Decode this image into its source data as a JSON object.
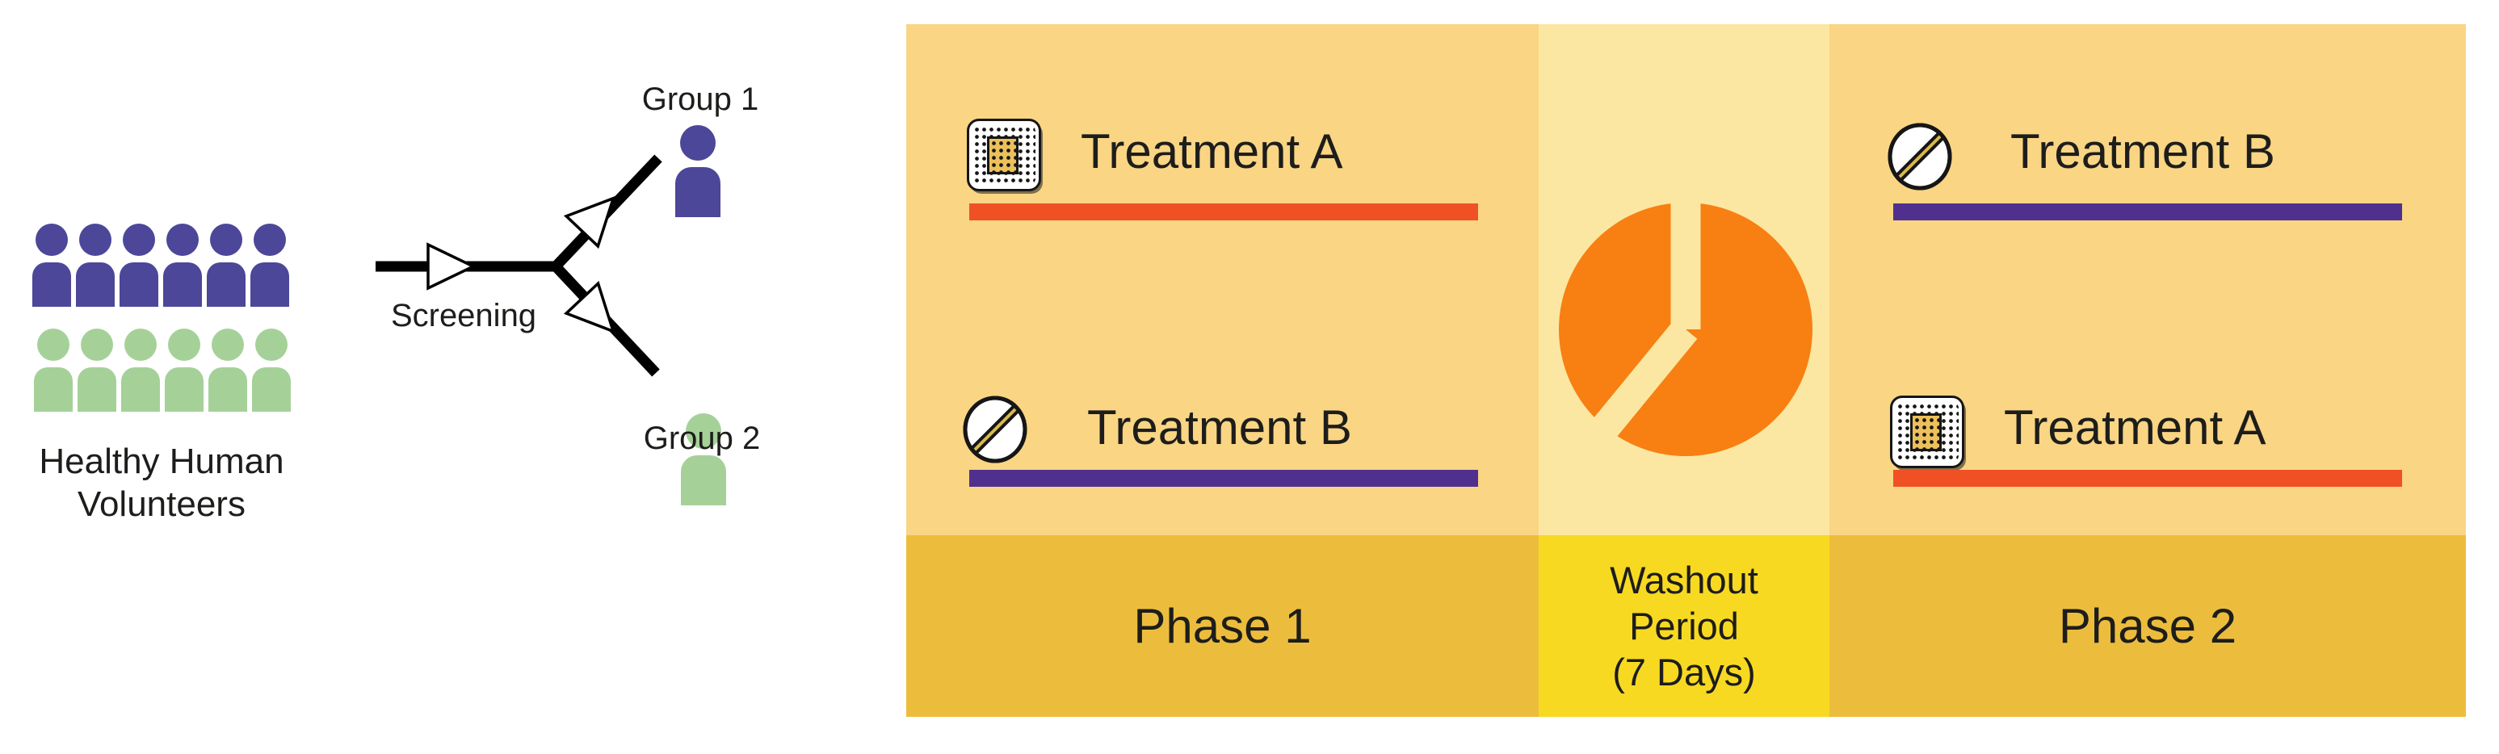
{
  "colors": {
    "panel_tan": "#F9D584",
    "washout_light": "#FBE7A1",
    "band_gold": "#ECBD3D",
    "band_yellow": "#F8D922",
    "treatment_a_bar": "#F05124",
    "treatment_b_bar": "#50308F",
    "group1_person": "#4C4799",
    "group2_person": "#A5D199",
    "pie_orange": "#F87F12",
    "text_dark": "#1D1D1B",
    "icon_outline": "#161616",
    "pill_score_line": "#D8B84E",
    "arrow_fill": "#FFFFFF",
    "line_black": "#000000"
  },
  "volunteers": {
    "caption": "Healthy Human\nVolunteers",
    "rows": [
      {
        "color_key": "group1_person",
        "count": 6
      },
      {
        "color_key": "group2_person",
        "count": 6
      }
    ]
  },
  "screening": {
    "label": "Screening"
  },
  "groups": [
    {
      "label": "Group 1"
    },
    {
      "label": "Group 2"
    }
  ],
  "phases": {
    "phase1": {
      "label": "Phase 1",
      "rows": [
        {
          "icon": "patch-icon",
          "label": "Treatment A",
          "bar_key": "treatment_a_bar"
        },
        {
          "icon": "pill-icon",
          "label": "Treatment B",
          "bar_key": "treatment_b_bar"
        }
      ]
    },
    "washout": {
      "label": "Washout\nPeriod\n(7 Days)",
      "icon": "washout-clock-icon"
    },
    "phase2": {
      "label": "Phase 2",
      "rows": [
        {
          "icon": "pill-icon",
          "label": "Treatment B",
          "bar_key": "treatment_b_bar"
        },
        {
          "icon": "patch-icon",
          "label": "Treatment A",
          "bar_key": "treatment_a_bar"
        }
      ]
    }
  }
}
